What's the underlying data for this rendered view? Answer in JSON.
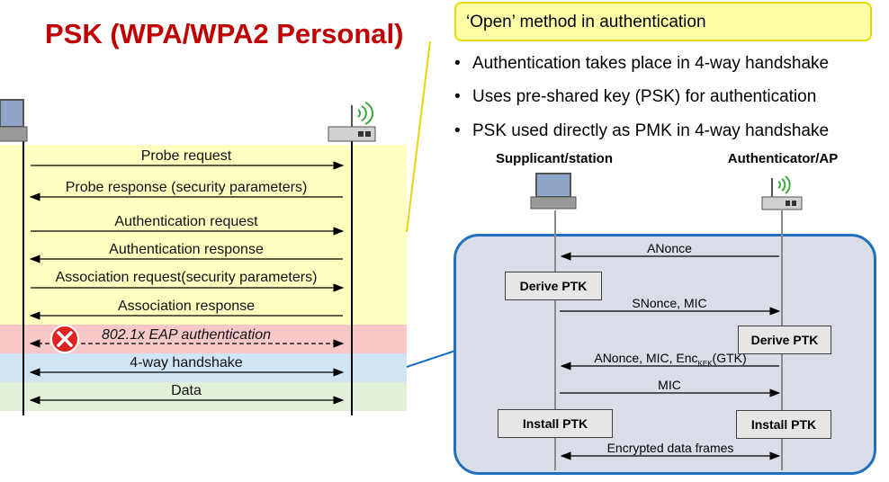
{
  "title": "PSK (WPA/WPA2 Personal)",
  "callout": "‘Open’ method in authentication",
  "bullets": [
    "Authentication takes place in 4-way handshake",
    "Uses pre-shared key (PSK) for authentication",
    "PSK used directly as PMK in 4-way handshake"
  ],
  "left_flow": {
    "messages": [
      "Probe request",
      "Probe response (security parameters)",
      "Authentication request",
      "Authentication response",
      "Association request(security parameters)",
      "Association response",
      "802.1x EAP authentication",
      "4-way handshake",
      "Data"
    ]
  },
  "right_flow": {
    "supplicant_label": "Supplicant/station",
    "authenticator_label": "Authenticator/AP",
    "messages": {
      "anonce": "ANonce",
      "snonce_mic": "SNonce, MIC",
      "anonce_mic_enc_prefix": "ANonce, MIC, Enc",
      "anonce_mic_enc_sub": "KEK",
      "anonce_mic_enc_suffix": "(GTK)",
      "mic": "MIC",
      "encrypted": "Encrypted data frames"
    },
    "boxes": {
      "derive_left": "Derive PTK",
      "derive_right": "Derive PTK",
      "install_left": "Install PTK",
      "install_right": "Install PTK"
    }
  },
  "colors": {
    "title": "#c00000",
    "band_yellow": "#ffffc0",
    "band_red": "#f8c8c8",
    "band_blue": "#d0e4f4",
    "band_green": "#e2f0d9",
    "panel_fill": "#d9dde8",
    "panel_border": "#1f6fbf"
  }
}
